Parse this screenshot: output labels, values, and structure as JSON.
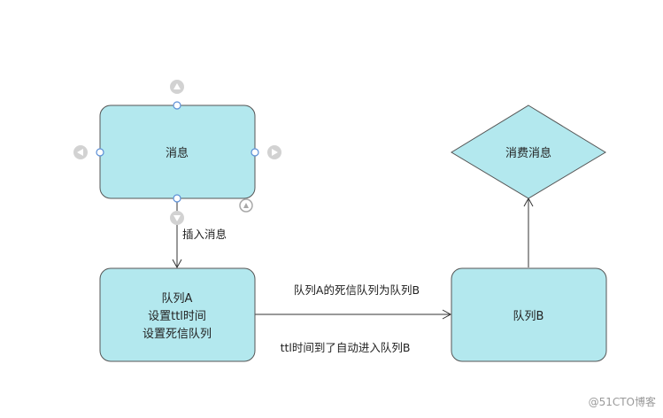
{
  "diagram": {
    "nodes": {
      "message": {
        "label": "消息"
      },
      "queue_a": {
        "lines": [
          "队列A",
          "设置ttl时间",
          "设置死信队列"
        ]
      },
      "queue_b": {
        "label": "队列B"
      },
      "consume": {
        "label": "消费消息"
      }
    },
    "edges": {
      "insert": {
        "label": "插入消息"
      },
      "dead_letter": {
        "label": "队列A的死信队列为队列B"
      },
      "ttl_expire": {
        "label": "ttl时间到了自动进入队列B"
      }
    }
  },
  "colors": {
    "node_fill": "#b3e8ee",
    "node_stroke": "#555555",
    "edge": "#333333",
    "selection_handle": "#5b8fd6",
    "nav_arrow": "#cfcfcf"
  },
  "selection": {
    "selected_node": "message"
  },
  "watermark": "@51CTO博客"
}
